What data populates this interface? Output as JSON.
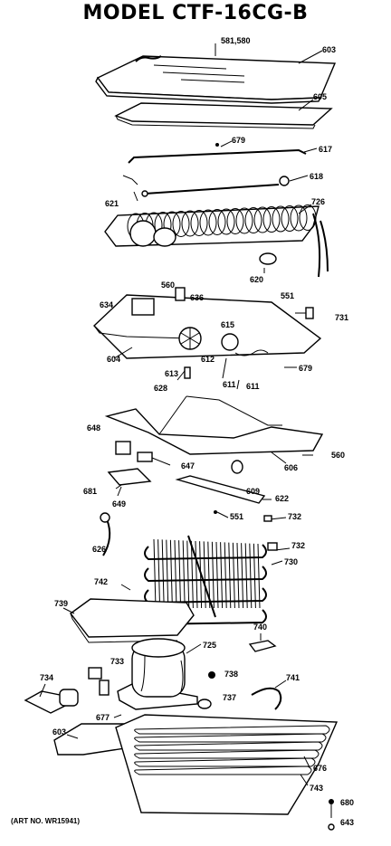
{
  "title": "MODEL CTF-16CG-B",
  "footer": "(ART NO. WR15941)",
  "labels": {
    "l581": "581,580",
    "l603a": "603",
    "l605": "605",
    "l679a": "679",
    "l617": "617",
    "l618": "618",
    "l621": "621",
    "l726": "726",
    "l620": "620",
    "l560a": "560",
    "l636": "636",
    "l634": "634",
    "l551a": "551",
    "l731": "731",
    "l615": "615",
    "l604": "604",
    "l612": "612",
    "l613": "613",
    "l628": "628",
    "l611": "611",
    "l611b": "611",
    "l679b": "679",
    "l648": "648",
    "l647": "647",
    "l606": "606",
    "l560b": "560",
    "l609": "609",
    "l681": "681",
    "l649": "649",
    "l622": "622",
    "l551b": "551",
    "l732a": "732",
    "l626": "626",
    "l732b": "732",
    "l730": "730",
    "l742": "742",
    "l739": "739",
    "l740": "740",
    "l725": "725",
    "l733": "733",
    "l734": "734",
    "l738": "738",
    "l741": "741",
    "l737": "737",
    "l677": "677",
    "l603b": "603",
    "l676": "676",
    "l743": "743",
    "l680": "680",
    "l643": "643"
  }
}
